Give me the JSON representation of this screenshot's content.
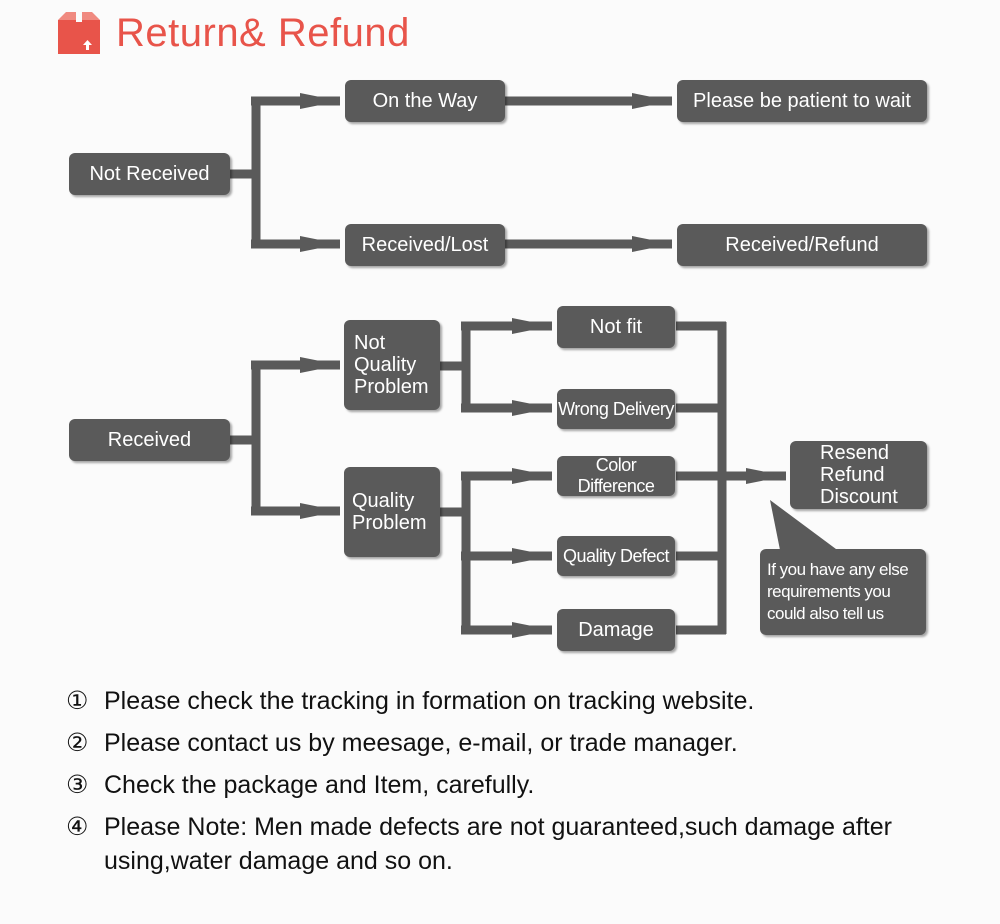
{
  "header": {
    "title": "Return& Refund",
    "icon": "box-icon",
    "accent": "#e8544a"
  },
  "colors": {
    "box": "#5a5a5a",
    "arrow": "#5a5a5a",
    "text": "#ffffff"
  },
  "flow": {
    "not_received": "Not Received",
    "on_the_way": "On the Way",
    "please_wait": "Please be patient to wait",
    "received_lost": "Received/Lost",
    "received_refund": "Received/Refund",
    "received": "Received",
    "not_quality": [
      "Not",
      "Quality",
      "Problem"
    ],
    "quality": [
      "Quality",
      "Problem"
    ],
    "not_fit": "Not fit",
    "wrong_delivery": "Wrong Delivery",
    "color_difference": "Color Difference",
    "quality_defect": "Quality Defect",
    "damage": "Damage",
    "resolution": [
      "Resend",
      "Refund",
      "Discount"
    ],
    "callout": [
      "If you have any else",
      "requirements you",
      "could also tell us"
    ]
  },
  "notes": [
    {
      "num": "①",
      "text": "Please check the tracking in formation on tracking website."
    },
    {
      "num": "②",
      "text": "Please contact us by meesage, e-mail, or trade manager."
    },
    {
      "num": "③",
      "text": "Check the package and Item, carefully."
    },
    {
      "num": "④",
      "text": "Please Note: Men made defects  are not guaranteed,such damage after using,water damage and so on."
    }
  ]
}
